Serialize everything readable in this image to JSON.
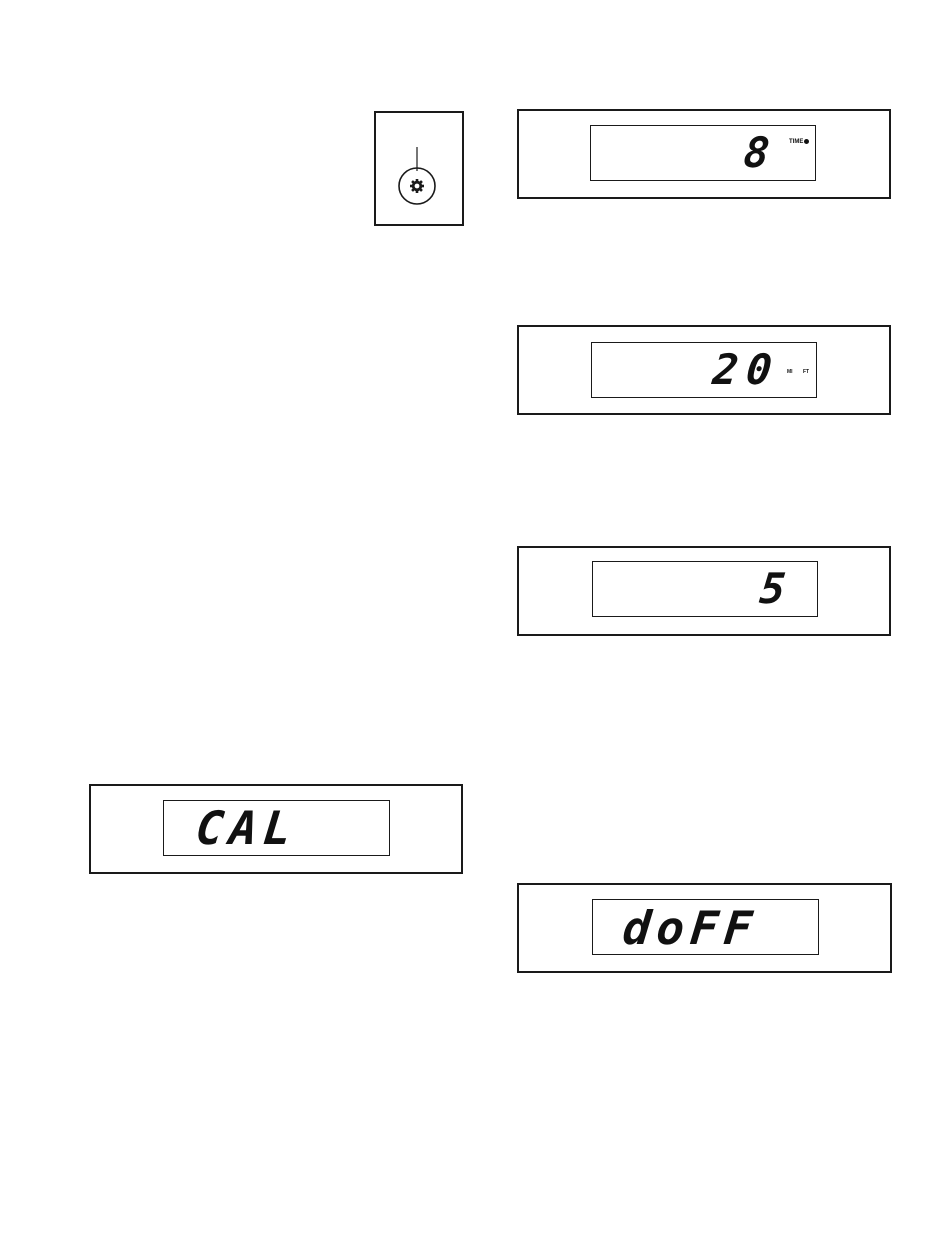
{
  "key_panel": {
    "icon": "gear-icon"
  },
  "displays": {
    "time": {
      "value": "8",
      "label": "TIME"
    },
    "maxspeed": {
      "value": "20",
      "unit_left": "MI",
      "unit_right": "FT"
    },
    "five": {
      "value": "5"
    },
    "cal": {
      "value": "CAL"
    },
    "doff": {
      "value": "doFF"
    }
  },
  "colors": {
    "ink": "#1a1a1a",
    "background": "#ffffff"
  }
}
